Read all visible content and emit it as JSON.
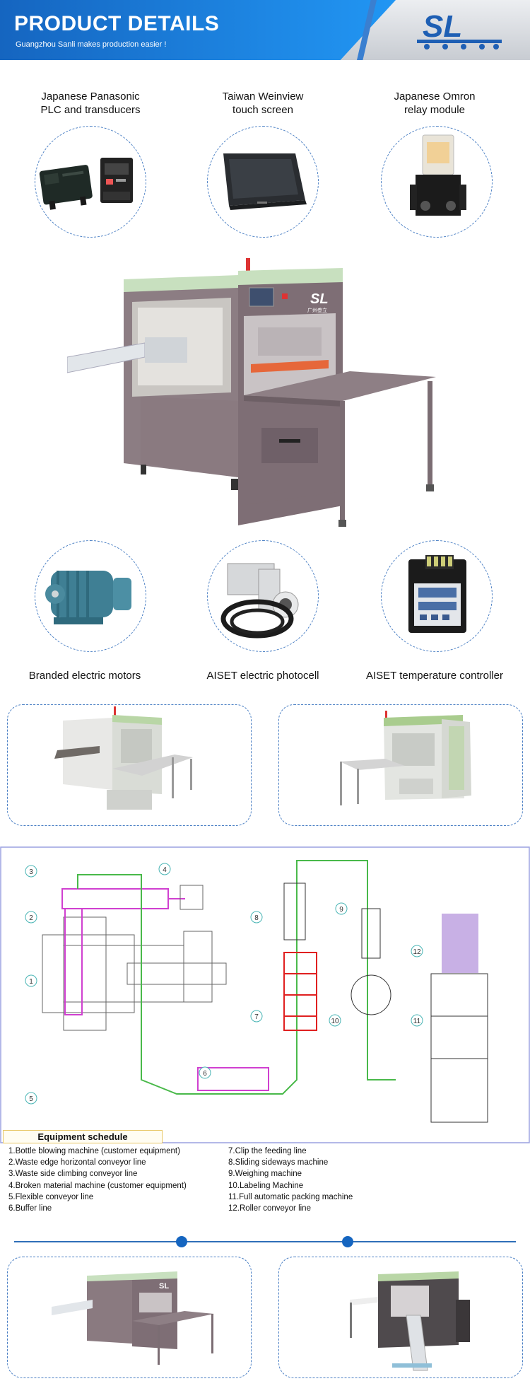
{
  "header": {
    "title": "PRODUCT DETAILS",
    "subtitle": "Guangzhou Sanli makes production easier !",
    "logo_text": "SL"
  },
  "components_top": [
    {
      "line1": "Japanese Panasonic",
      "line2": "PLC and transducers",
      "icon": "plc-transducer-image"
    },
    {
      "line1": "Taiwan Weinview",
      "line2": "touch screen",
      "icon": "touch-screen-image"
    },
    {
      "line1": "Japanese Omron",
      "line2": "relay module",
      "icon": "relay-module-image"
    }
  ],
  "main_machine": {
    "logo_text": "SL",
    "logo_caption": "广州叁立"
  },
  "components_bottom": [
    {
      "label": "Branded electric motors",
      "icon": "electric-motor-image"
    },
    {
      "label": "AISET electric photocell",
      "icon": "photocell-image"
    },
    {
      "label": "AISET temperature controller",
      "icon": "temperature-controller-image"
    }
  ],
  "layout_diagram": {
    "markers": [
      "1",
      "2",
      "3",
      "4",
      "5",
      "6",
      "7",
      "8",
      "9",
      "10",
      "11",
      "12"
    ]
  },
  "schedule": {
    "title": "Equipment schedule",
    "left": [
      "1.Bottle blowing machine (customer equipment)",
      "2.Waste edge horizontal conveyor line",
      "3.Waste side climbing conveyor line",
      "4.Broken material machine (customer equipment)",
      "5.Flexible conveyor line",
      "6.Buffer line"
    ],
    "right": [
      "7.Clip the feeding line",
      "8.Sliding sideways machine",
      "9.Weighing machine",
      "10.Labeling Machine",
      "11.Full automatic packing machine",
      "12.Roller conveyor line"
    ]
  },
  "colors": {
    "accent": "#1565c0",
    "machine_body": "#8a7a80",
    "machine_trim": "#c9e0c0",
    "dashed_border": "#4a7fc4"
  }
}
